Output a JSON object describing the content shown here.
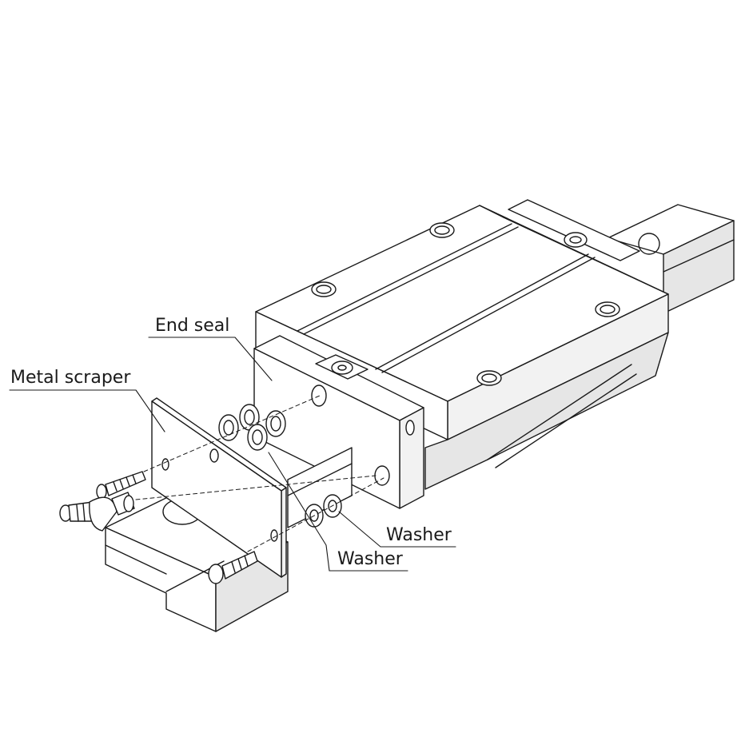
{
  "labels": {
    "end_seal": "End seal",
    "metal_scraper": "Metal scraper",
    "washer_upper": "Washer",
    "washer_lower": "Washer"
  },
  "colors": {
    "stroke": "#1a1a1a",
    "fill": "#ffffff",
    "shade": "#e6e6e6",
    "leader": "#1a1a1a"
  }
}
